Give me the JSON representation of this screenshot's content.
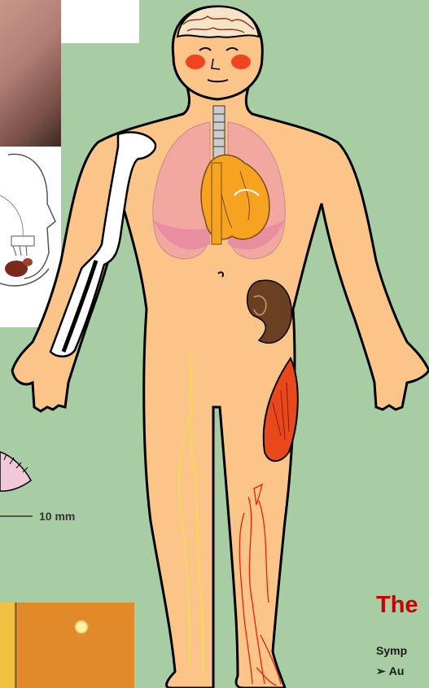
{
  "slide": {
    "title": "The",
    "subtitle": "Symp",
    "bullet_marker": "➢",
    "bullet_text": "Au"
  },
  "scale_bar": {
    "label": "10 mm"
  },
  "colors": {
    "background": "#a8cca3",
    "title": "#cc0000",
    "skin": "#fbc58a",
    "outline": "#000000"
  },
  "icons": [
    "brain-icon",
    "lungs-icon",
    "heart-icon",
    "kidney-icon",
    "muscle-icon",
    "bone-icon",
    "nerve-icon",
    "blood-vessel-icon"
  ]
}
